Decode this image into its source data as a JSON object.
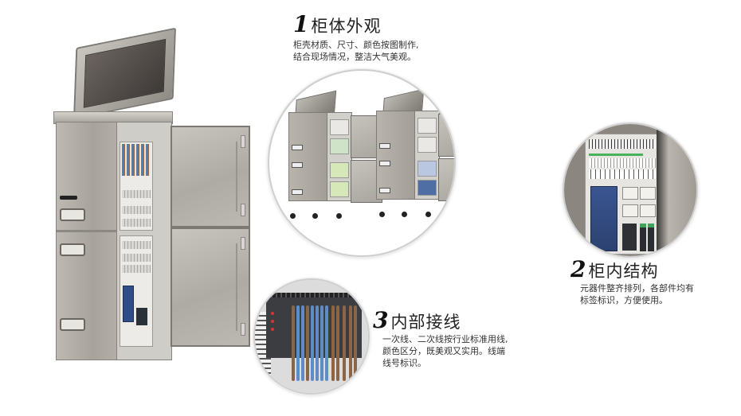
{
  "features": [
    {
      "number": "1",
      "title": "柜体外观",
      "lines": [
        "柜壳材质、尺寸、颜色按图制作,",
        "结合现场情况，整洁大气美观。"
      ]
    },
    {
      "number": "2",
      "title": "柜内结构",
      "lines": [
        "元器件整齐排列，各部件均有",
        "标签标识，方便使用。"
      ]
    },
    {
      "number": "3",
      "title": "内部接线",
      "lines": [
        "一次线、二次线按行业标准用线,",
        "颜色区分，既美观又实用。线端",
        "线号标识。"
      ]
    }
  ],
  "images": {
    "main": "stainless-steel-control-cabinet-with-monitor",
    "circle_1": "two-cabinets-doors-open",
    "circle_2": "cabinet-interior-components",
    "circle_3": "plc-wiring-closeup"
  },
  "colors": {
    "background": "#ffffff",
    "text": "#333333",
    "title": "#222222",
    "circle_border": "#cfcfcf",
    "wire_blue": "#4f7fb6",
    "wire_brown": "#9a6a45",
    "inverter_blue": "#2f4d86"
  }
}
